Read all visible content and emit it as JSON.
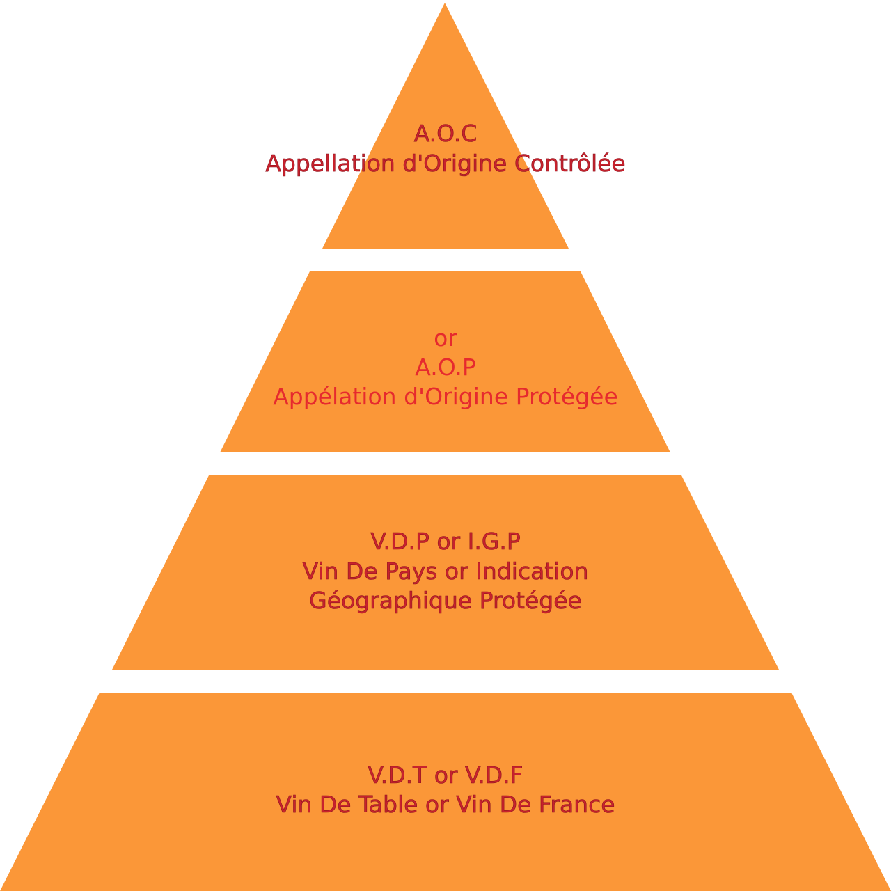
{
  "colors": {
    "tier_fill": "#fb9738",
    "label_text": "#c8222d",
    "label_text_bright": "#e62a2e",
    "background": "#ffffff"
  },
  "tiers": [
    {
      "id": "aoc",
      "lines": [
        "A.O.C",
        "Appellation d'Origine Contrôlée"
      ]
    },
    {
      "id": "aop",
      "lines": [
        "or",
        "A.O.P",
        "Appélation d'Origine Protégée"
      ]
    },
    {
      "id": "vdp-igp",
      "lines": [
        "V.D.P or I.G.P",
        "Vin De Pays or Indication",
        "Géographique Protégée"
      ]
    },
    {
      "id": "vdt-vdf",
      "lines": [
        "V.D.T or V.D.F",
        "Vin De Table or Vin De France"
      ]
    }
  ]
}
